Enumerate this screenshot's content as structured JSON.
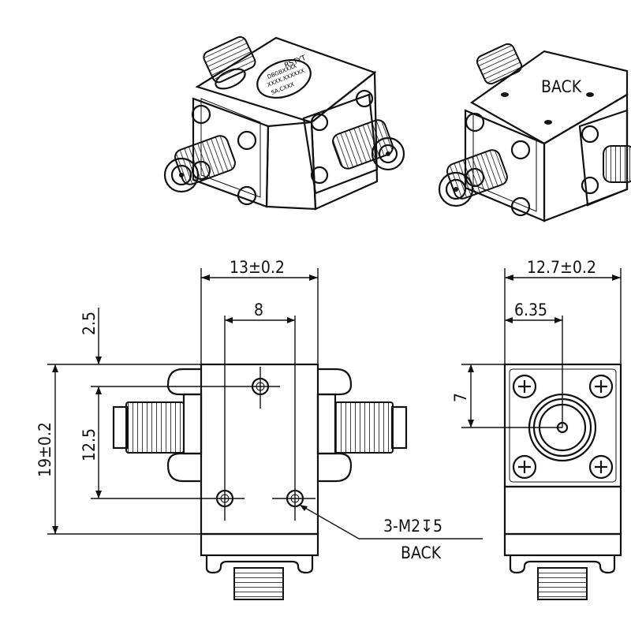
{
  "drawing": {
    "iso_front": {
      "label": "RSTYT",
      "marking_lines": [
        "DBGBXXXX",
        "XXXX.XXXXXX",
        "SA.CXXX"
      ]
    },
    "iso_back": {
      "label": "BACK"
    },
    "front_view": {
      "width_dim": "13±0.2",
      "hole_spacing": "8",
      "top_offset": "2.5",
      "hole_vertical": "12.5",
      "height_dim": "19±0.2",
      "hole_callout": "3-M2↧5",
      "hole_note": "BACK"
    },
    "side_view": {
      "width_dim": "12.7±0.2",
      "center_offset": "6.35",
      "center_height": "7"
    }
  }
}
